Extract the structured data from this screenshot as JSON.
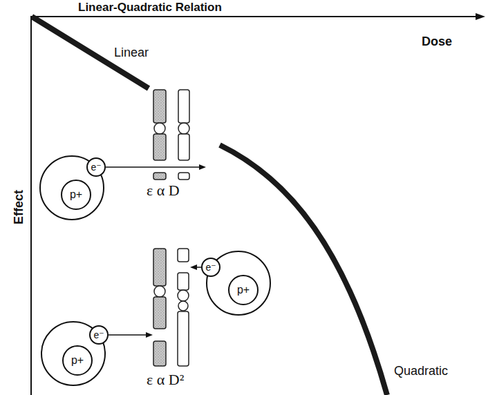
{
  "diagram": {
    "title": "Linear-Quadratic Relation",
    "nodes": [
      {
        "text": [
          "e⁻"
        ]
      },
      {
        "text": [
          "p+"
        ]
      },
      {
        "text": [
          "e⁻"
        ]
      },
      {
        "text": [
          "p+"
        ]
      },
      {
        "text": [
          "e⁻"
        ]
      },
      {
        "text": [
          "p+"
        ]
      }
    ],
    "labels": [
      "Dose",
      "Effect",
      "Linear",
      "Quadratic",
      "ε α D",
      "ε α D²"
    ]
  }
}
